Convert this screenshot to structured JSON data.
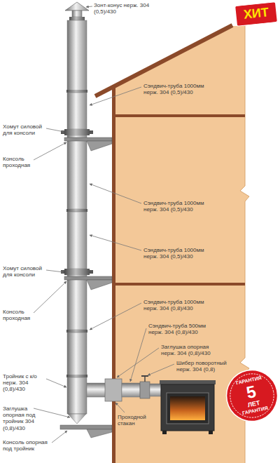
{
  "diagram": {
    "nodes": [
      {
        "text": [
          "ХИТ"
        ]
      },
      {
        "text": [
          "ГАРАНТИЯ",
          "5",
          "ЛЕТ",
          "ГАРАНТИЯ"
        ]
      }
    ],
    "labels": [
      "Зонт-конус нерж. 304 (0,5)/430",
      "Сэндвич-труба 1000мм нерж. 304 (0,5)/430",
      "Хомут силовой для консоли",
      "Консоль проходная",
      "Сэндвич-труба 1000мм нерж. 304 (0,5)/430",
      "Сэндвич-труба 1000мм нерж. 304 (0,5)/430",
      "Хомут силовой для консоли",
      "Консоль проходная",
      "Сэндвич-труба 1000мм нерж. 304 (0,8)/430",
      "Сэндвич-труба 500мм нерж. 304 (0,8)/430",
      "Заглушка опорная нерж. 304 (0,8)/430",
      "Шибер поворотный нерж. 304 (0,8)",
      "Тройник с к/о нерж. 304 (0,8)/430",
      "Заглушка опорная под тройник 304 (0,8)/430",
      "Консоль опорная под тройник",
      "Проходной стакан"
    ]
  }
}
